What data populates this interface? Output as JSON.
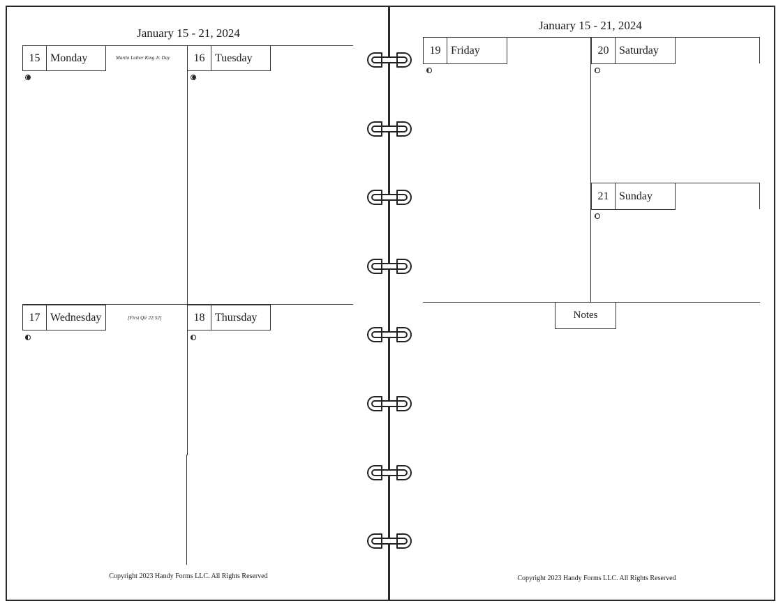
{
  "left_page": {
    "title": "January 15 - 21, 2024",
    "days": [
      {
        "num": "15",
        "name": "Monday",
        "note": "Martin Luther King Jr. Day",
        "moon": "waxing-crescent"
      },
      {
        "num": "16",
        "name": "Tuesday",
        "note": "",
        "moon": "waxing-crescent"
      },
      {
        "num": "17",
        "name": "Wednesday",
        "note": "[First Qtr 22:52]",
        "moon": "first-quarter"
      },
      {
        "num": "18",
        "name": "Thursday",
        "note": "",
        "moon": "waxing-gibbous"
      }
    ],
    "copyright": "Copyright 2023 Handy Forms LLC. All Rights Reserved"
  },
  "right_page": {
    "title": "January 15 - 21, 2024",
    "days": [
      {
        "num": "19",
        "name": "Friday",
        "moon": "waxing-gibbous"
      },
      {
        "num": "20",
        "name": "Saturday",
        "moon": "waxing-gibbous"
      },
      {
        "num": "21",
        "name": "Sunday",
        "moon": "waxing-gibbous"
      }
    ],
    "notes_label": "Notes",
    "copyright": "Copyright 2023 Handy Forms LLC. All Rights Reserved"
  },
  "binder": {
    "ring_icon": "binder-ring-icon",
    "ring_count": 8
  },
  "colors": {
    "line": "#333333",
    "paper": "#ffffff",
    "frame": "#2a2a2a"
  }
}
